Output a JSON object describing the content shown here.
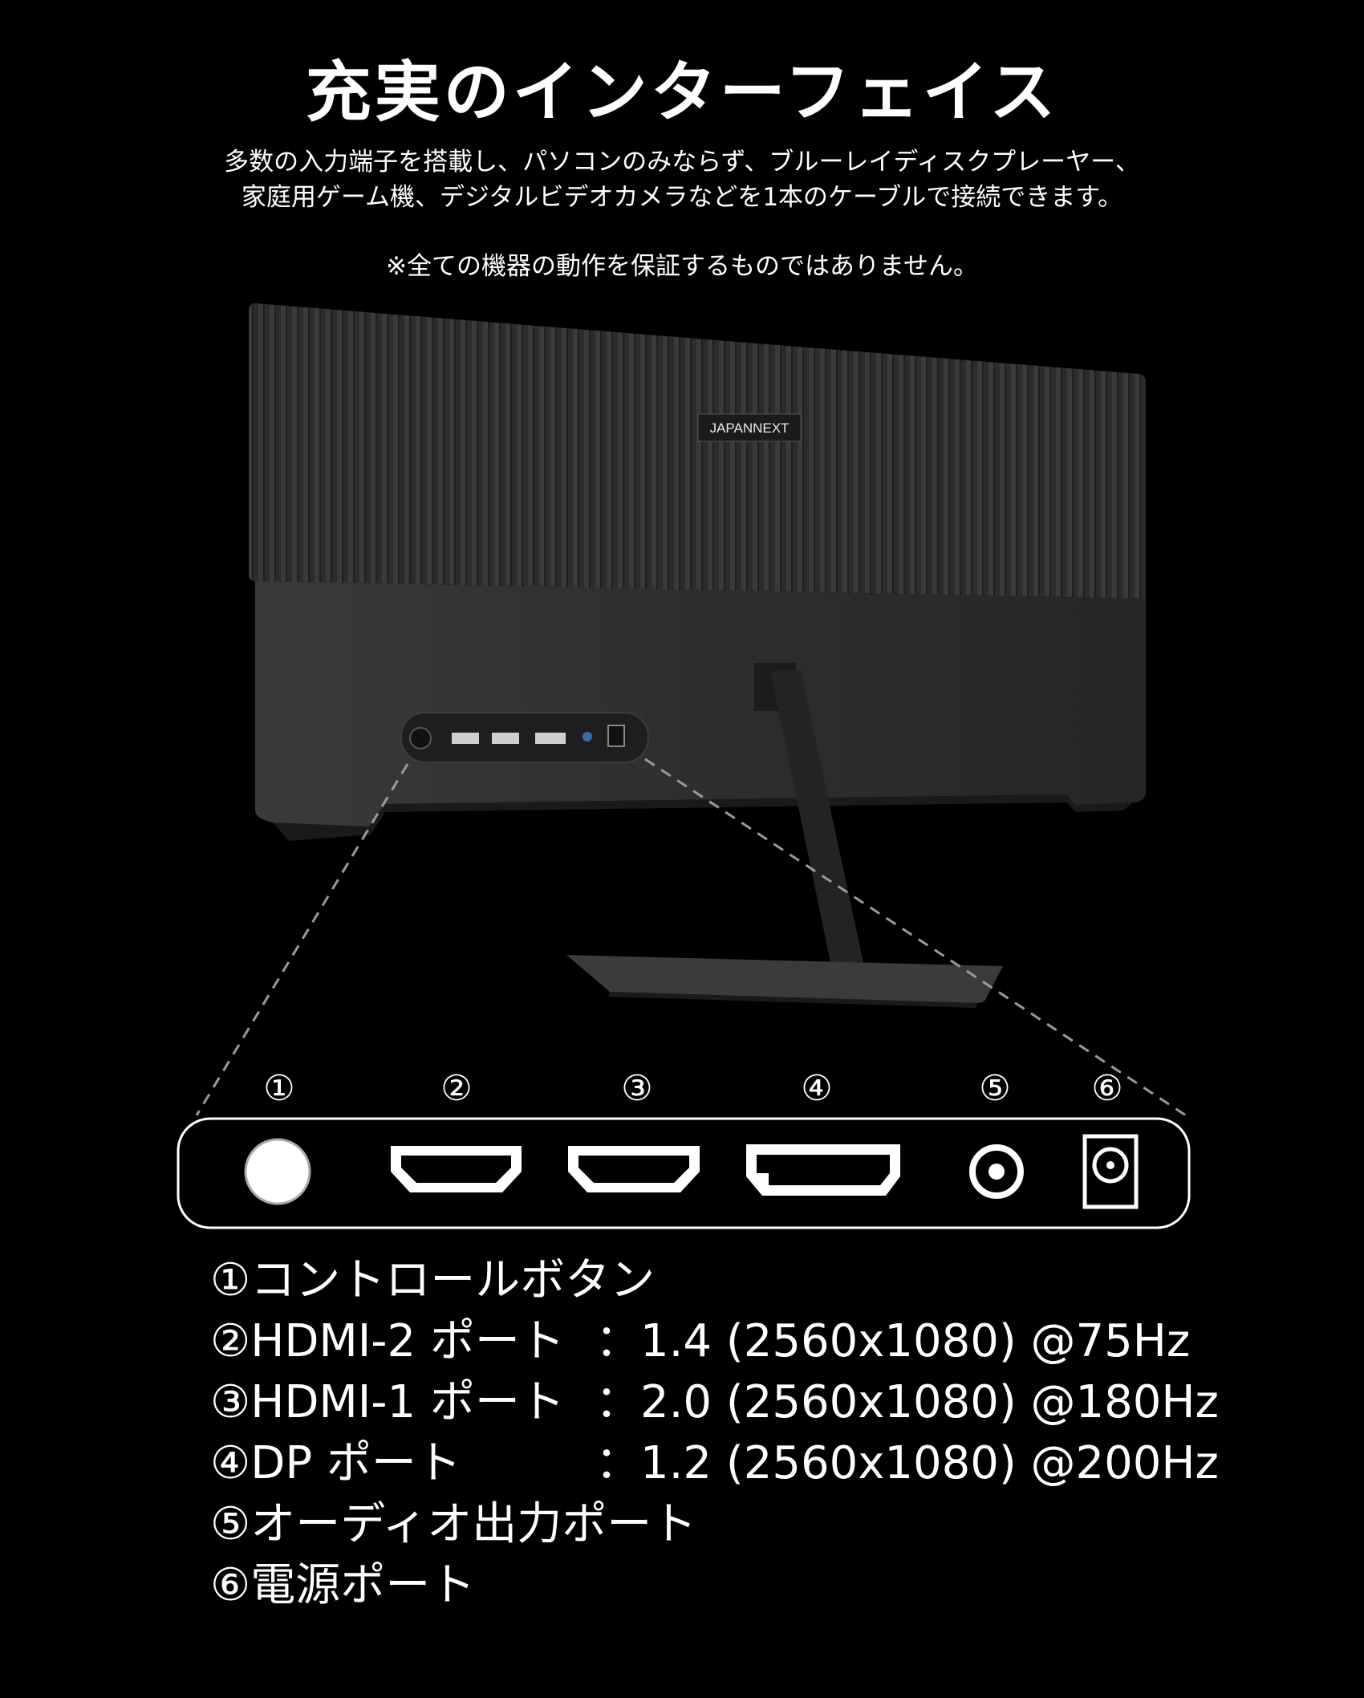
{
  "title": "充実のインターフェイス",
  "intro": {
    "line1": "多数の入力端子を搭載し、パソコンのみならず、ブルーレイディスクプレーヤー、",
    "line2": "家庭用ゲーム機、デジタルビデオカメラなどを1本のケーブルで接続できます。"
  },
  "note": "※全ての機器の動作を保証するものではありません。",
  "brand": "JAPANNEXT",
  "port_numbers": [
    "①",
    "②",
    "③",
    "④",
    "⑤",
    "⑥"
  ],
  "legend": [
    {
      "label": "①コントロールボタン",
      "spec": ""
    },
    {
      "label": "②HDMI-2 ポート",
      "spec": "：1.4 (2560x1080) @75Hz"
    },
    {
      "label": "③HDMI-1 ポート",
      "spec": "：2.0 (2560x1080) @180Hz"
    },
    {
      "label": "④DP ポート",
      "spec": "：1.2  (2560x1080) @200Hz"
    },
    {
      "label": "⑤オーディオ出力ポート",
      "spec": ""
    },
    {
      "label": "⑥電源ポート",
      "spec": ""
    }
  ],
  "colors": {
    "background": "#000000",
    "monitor_body": "#2b2b2d",
    "line": "#ffffff",
    "dashed": "#9a9a9a"
  }
}
